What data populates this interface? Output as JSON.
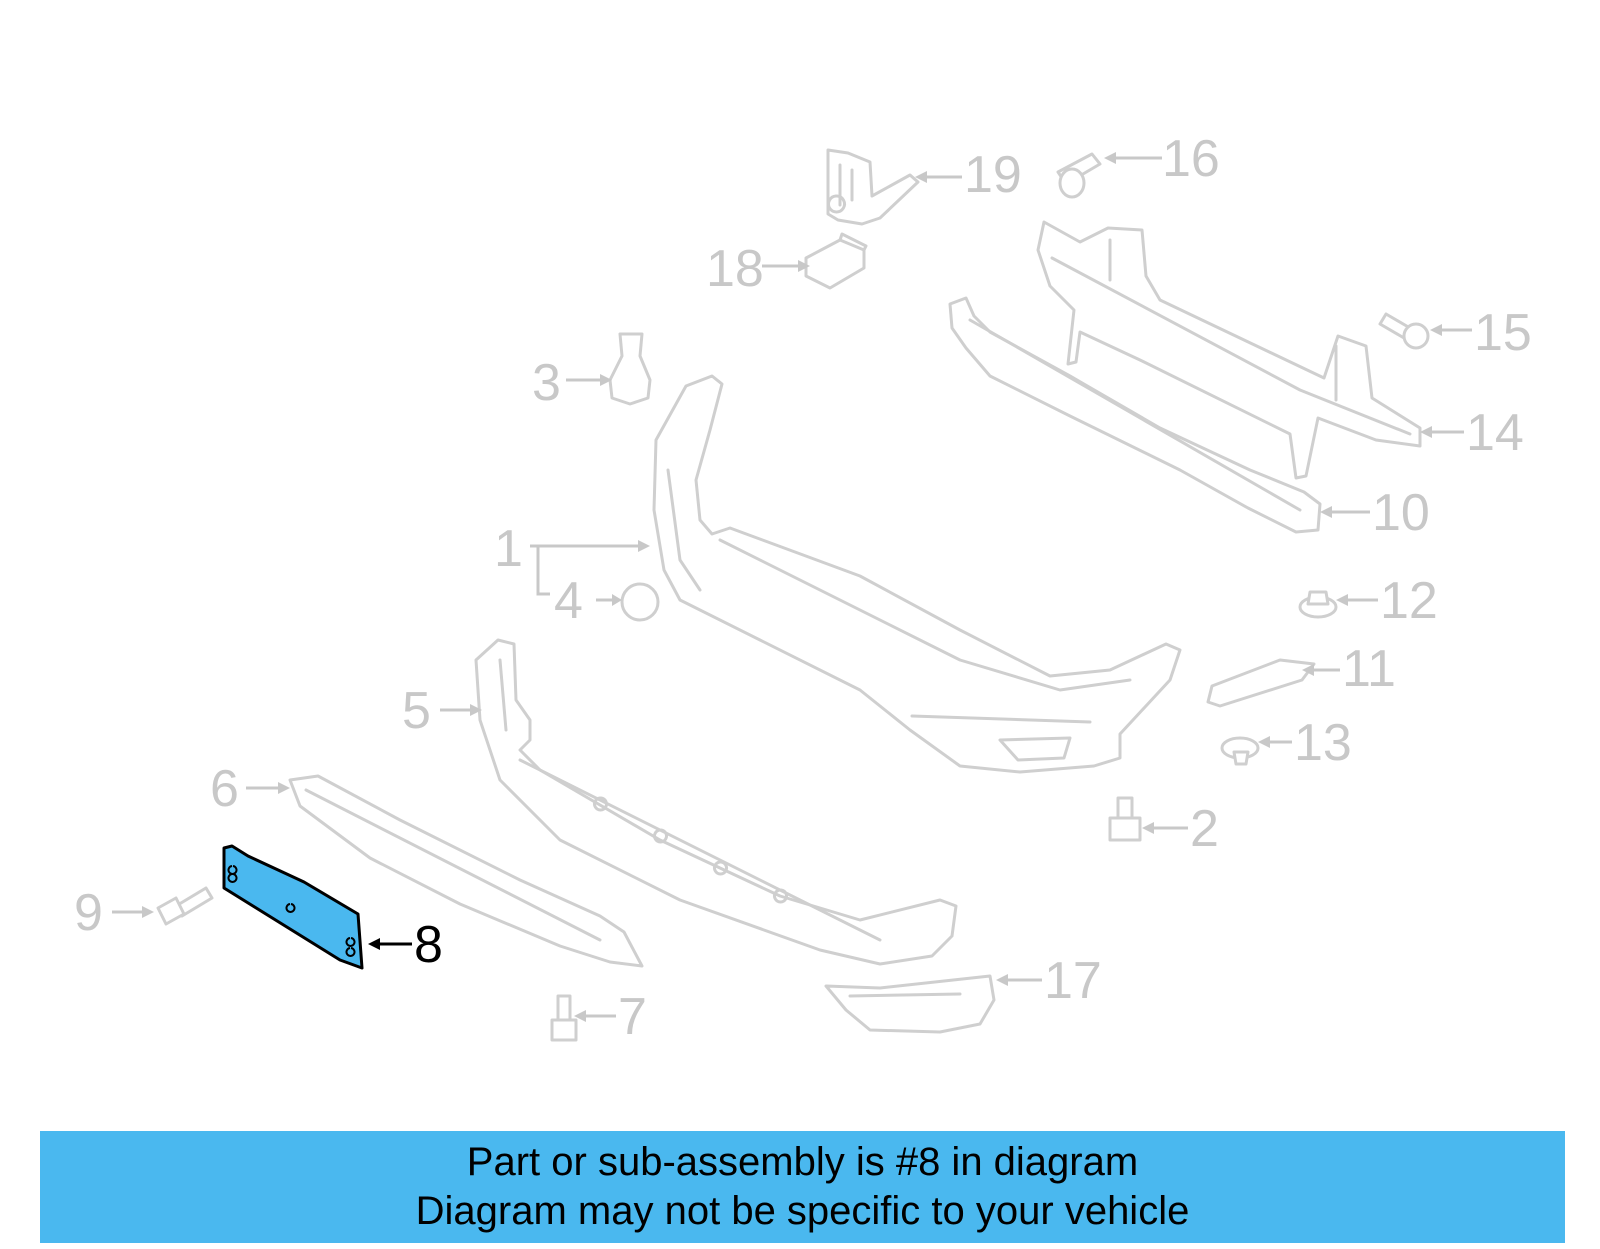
{
  "diagram": {
    "highlighted_part": "8",
    "highlight_color": "#4ab8ef",
    "callouts": [
      {
        "id": "c1",
        "label": "1"
      },
      {
        "id": "c2",
        "label": "2"
      },
      {
        "id": "c3",
        "label": "3"
      },
      {
        "id": "c4",
        "label": "4"
      },
      {
        "id": "c5",
        "label": "5"
      },
      {
        "id": "c6",
        "label": "6"
      },
      {
        "id": "c7",
        "label": "7"
      },
      {
        "id": "c8",
        "label": "8"
      },
      {
        "id": "c9",
        "label": "9"
      },
      {
        "id": "c10",
        "label": "10"
      },
      {
        "id": "c11",
        "label": "11"
      },
      {
        "id": "c12",
        "label": "12"
      },
      {
        "id": "c13",
        "label": "13"
      },
      {
        "id": "c14",
        "label": "14"
      },
      {
        "id": "c15",
        "label": "15"
      },
      {
        "id": "c16",
        "label": "16"
      },
      {
        "id": "c17",
        "label": "17"
      },
      {
        "id": "c18",
        "label": "18"
      },
      {
        "id": "c19",
        "label": "19"
      }
    ]
  },
  "banner": {
    "line1": "Part or sub-assembly is #8 in diagram",
    "line2": "Diagram may not be specific to your vehicle",
    "color": "#4ab8ef"
  }
}
